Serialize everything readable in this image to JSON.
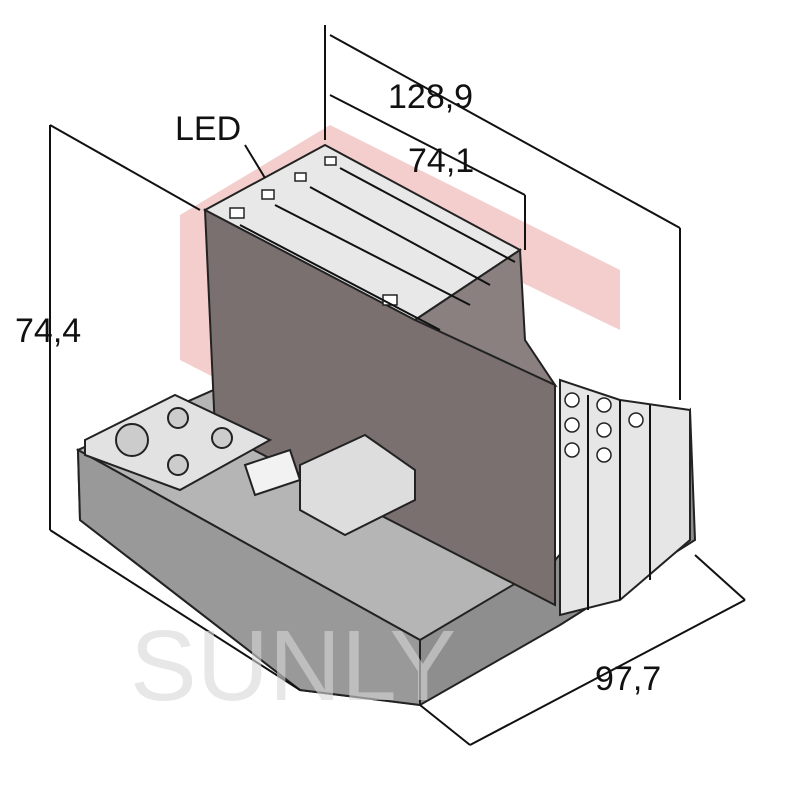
{
  "drawing": {
    "dimensions": {
      "height": "74,4",
      "total_length": "128,9",
      "module_length": "74,1",
      "depth": "97,7"
    },
    "callouts": {
      "led": "LED"
    },
    "watermark": "SUNLY",
    "colors": {
      "housing_dark": "#7a7070",
      "housing_base": "#8e8e8e",
      "terminal_light": "#e6e6e6",
      "watermark_red": "#e8a0a0"
    }
  }
}
